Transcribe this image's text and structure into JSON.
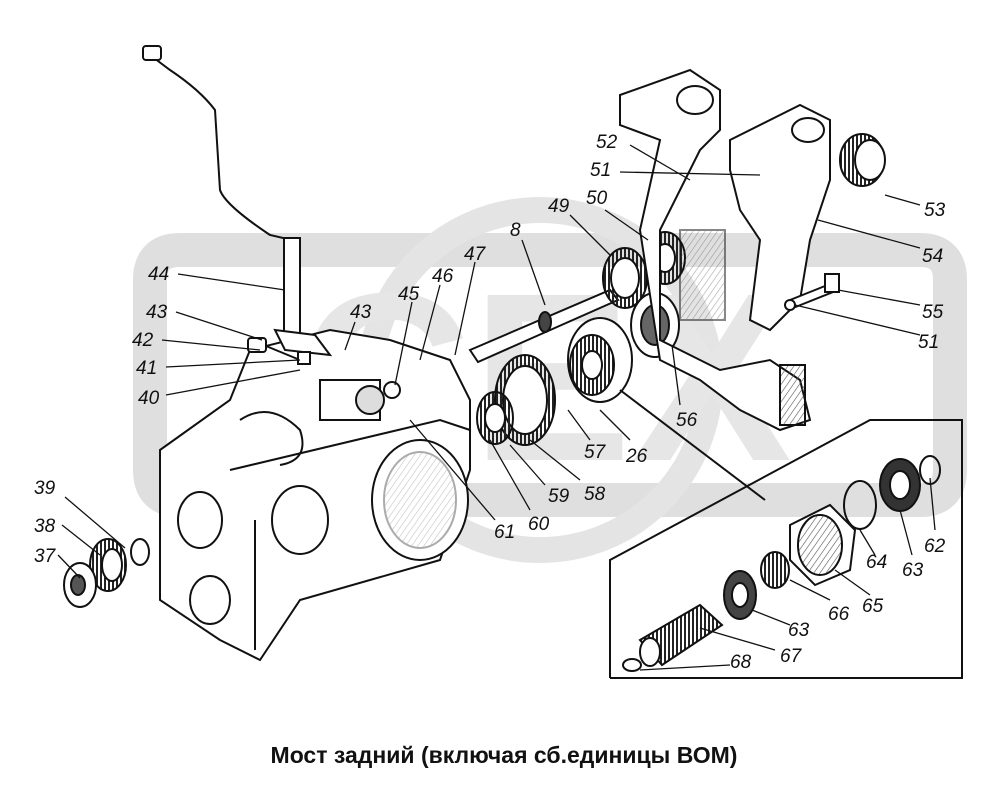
{
  "caption": "Мост задний (включая сб.единицы ВОМ)",
  "colors": {
    "line": "#111111",
    "watermark": "#dcdcdc",
    "fill": "#ffffff",
    "shade": "#8a8a8a"
  },
  "watermark_text": "CEX",
  "parts": {
    "p8": "8",
    "p26": "26",
    "p37": "37",
    "p38": "38",
    "p39": "39",
    "p40": "40",
    "p41": "41",
    "p42": "42",
    "p43a": "43",
    "p43b": "43",
    "p44": "44",
    "p45": "45",
    "p46": "46",
    "p47": "47",
    "p49": "49",
    "p50": "50",
    "p51a": "51",
    "p51b": "51",
    "p52": "52",
    "p53": "53",
    "p54": "54",
    "p55": "55",
    "p56": "56",
    "p57": "57",
    "p58": "58",
    "p59": "59",
    "p60": "60",
    "p61": "61",
    "p62": "62",
    "p63a": "63",
    "p63b": "63",
    "p64": "64",
    "p65": "65",
    "p66": "66",
    "p67": "67",
    "p68": "68"
  }
}
